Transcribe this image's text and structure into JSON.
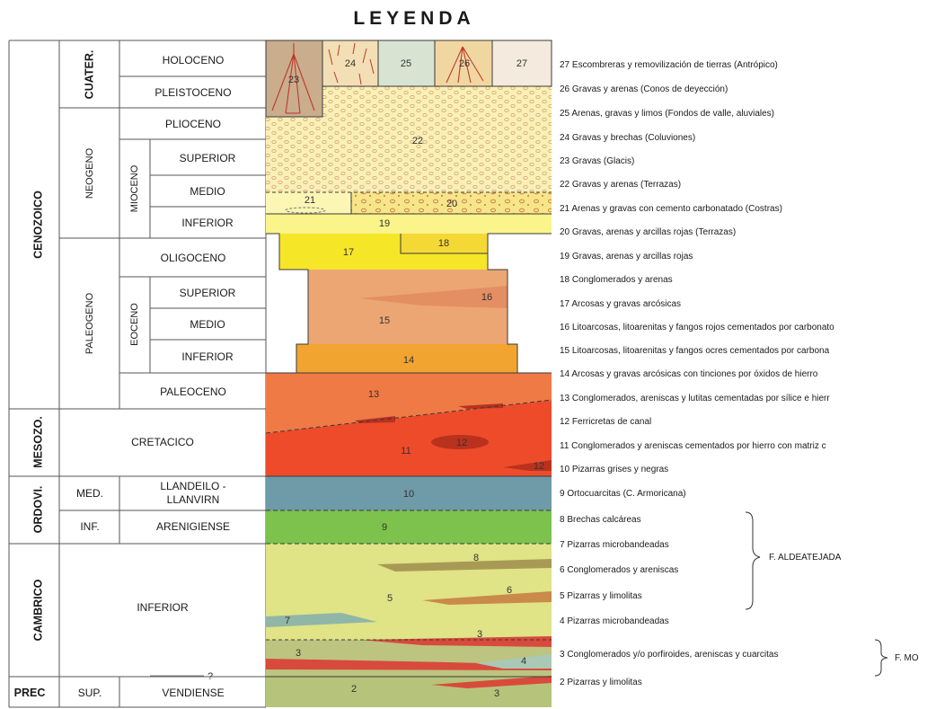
{
  "title": "LEYENDA",
  "eras": [
    {
      "label": "CENOZOICO"
    },
    {
      "label": "MESOZO."
    },
    {
      "label": "ORDOVI."
    },
    {
      "label": "CAMBRICO"
    },
    {
      "label": "PREC"
    }
  ],
  "periods": {
    "cuater": "CUATER.",
    "neogeno": "NEOGENO",
    "paleogeno": "PALEOGENO",
    "mioceno": "MIOCENO",
    "eoceno": "EOCENO",
    "med": "MED.",
    "inf": "INF.",
    "sup": "SUP."
  },
  "epochs": {
    "holoceno": "HOLOCENO",
    "pleistoceno": "PLEISTOCENO",
    "plioceno": "PLIOCENO",
    "mio_superior": "SUPERIOR",
    "mio_medio": "MEDIO",
    "mio_inferior": "INFERIOR",
    "oligoceno": "OLIGOCENO",
    "eo_superior": "SUPERIOR",
    "eo_medio": "MEDIO",
    "eo_inferior": "INFERIOR",
    "paleoceno": "PALEOCENO",
    "cretacico": "CRETACICO",
    "llandeilo1": "LLANDEILO -",
    "llandeilo2": "LLANVIRN",
    "arenigiense": "ARENIGIENSE",
    "cambr_inferior": "INFERIOR",
    "question": "?",
    "vendiense": "VENDIENSE"
  },
  "units": {
    "u2": "2",
    "u3a": "3",
    "u3b": "3",
    "u3c": "3",
    "u4": "4",
    "u5": "5",
    "u6": "6",
    "u7": "7",
    "u8": "8",
    "u9": "9",
    "u10": "10",
    "u11": "11",
    "u12a": "12",
    "u12b": "12",
    "u13": "13",
    "u14": "14",
    "u15": "15",
    "u16": "16",
    "u17": "17",
    "u18": "18",
    "u19": "19",
    "u20": "20",
    "u21": "21",
    "u22": "22",
    "u23": "23",
    "u24": "24",
    "u25": "25",
    "u26": "26",
    "u27": "27"
  },
  "legend": [
    "27 Escombreras y removilización de tierras (Antrópico)",
    "26 Gravas y arenas (Conos de deyección)",
    "25 Arenas, gravas y limos (Fondos de valle, aluviales)",
    "24 Gravas y brechas (Coluviones)",
    "23 Gravas (Glacis)",
    "22 Gravas y arenas (Terrazas)",
    "21 Arenas y gravas con cemento carbonatado (Costras)",
    "20 Gravas, arenas y arcillas rojas (Terrazas)",
    "19 Gravas, arenas y arcillas rojas",
    "18 Conglomerados y arenas",
    "17 Arcosas y gravas arcósicas",
    "16 Litoarcosas, litoarenitas y fangos rojos cementados por carbonato",
    "15 Litoarcosas, litoarenitas y fangos ocres cementados por carbona",
    "14 Arcosas y gravas arcósicas con tinciones por óxidos de hierro",
    "13 Conglomerados, areniscas y lutitas cementadas por sílice e hierr",
    "12 Ferricretas de canal",
    "11 Conglomerados y areniscas cementados por hierro con matriz c",
    "10 Pizarras grises y negras",
    "9 Ortocuarcitas (C. Armoricana)",
    "8 Brechas calcáreas",
    "7 Pizarras microbandeadas",
    "6 Conglomerados y areniscas",
    "5 Pizarras y limolitas",
    "4 Pizarras microbandeadas",
    "3 Conglomerados y/o porfiroides, areniscas y cuarcitas",
    "2 Pizarras y limolitas"
  ],
  "groups": {
    "aldeatejada": "F. ALDEATEJADA",
    "mo": "F. MO"
  },
  "colors": {
    "u2": "#b5c47a",
    "u3": "#d84a3c",
    "u4": "#aac8b6",
    "u5": "#e0e386",
    "u6": "#c98a4a",
    "u7": "#8fb6a6",
    "u8": "#a89a55",
    "u9": "#7cc24c",
    "u10": "#6f9aa8",
    "u11": "#ee4b2b",
    "u12": "#b8321e",
    "u13": "#f07a45",
    "u14": "#f1a530",
    "u15": "#eca673",
    "u16": "#e48e63",
    "u17": "#f6e628",
    "u18": "#f4d835",
    "u19": "#faf48a",
    "u20": "#f7e58a",
    "u21": "#fbf6b4",
    "u22": "#f9f0b8",
    "u23": "#c9ad8d",
    "u24": "#f3dfb5",
    "u25": "#d9e3d2",
    "u26": "#f0d7a2",
    "u27": "#f4eadd"
  }
}
